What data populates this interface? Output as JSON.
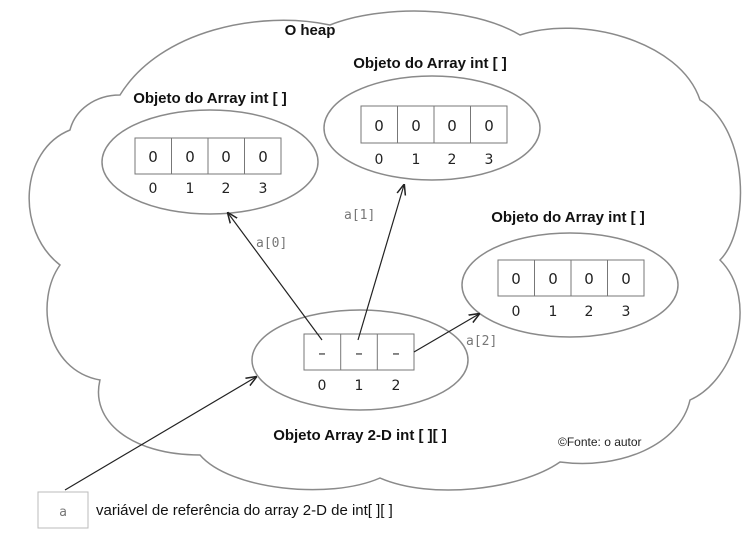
{
  "heap_label": "O heap",
  "objects": [
    {
      "title": "Objeto  do Array int [ ]",
      "values": [
        "0",
        "0",
        "0",
        "0"
      ],
      "indices": [
        "0",
        "1",
        "2",
        "3"
      ]
    },
    {
      "title": "Objeto  do Array int [ ]",
      "values": [
        "0",
        "0",
        "0",
        "0"
      ],
      "indices": [
        "0",
        "1",
        "2",
        "3"
      ]
    },
    {
      "title": "Objeto  do Array int [ ]",
      "values": [
        "0",
        "0",
        "0",
        "0"
      ],
      "indices": [
        "0",
        "1",
        "2",
        "3"
      ]
    }
  ],
  "array2d": {
    "title": "Objeto Array 2-D int [ ][ ]",
    "values": [
      "–",
      "–",
      "–"
    ],
    "indices": [
      "0",
      "1",
      "2"
    ]
  },
  "refs": [
    "a[0]",
    "a[1]",
    "a[2]"
  ],
  "variable": {
    "name": "a",
    "description": "variável de referência do array 2-D de int[ ][ ]"
  },
  "credit": "©Fonte: o autor"
}
